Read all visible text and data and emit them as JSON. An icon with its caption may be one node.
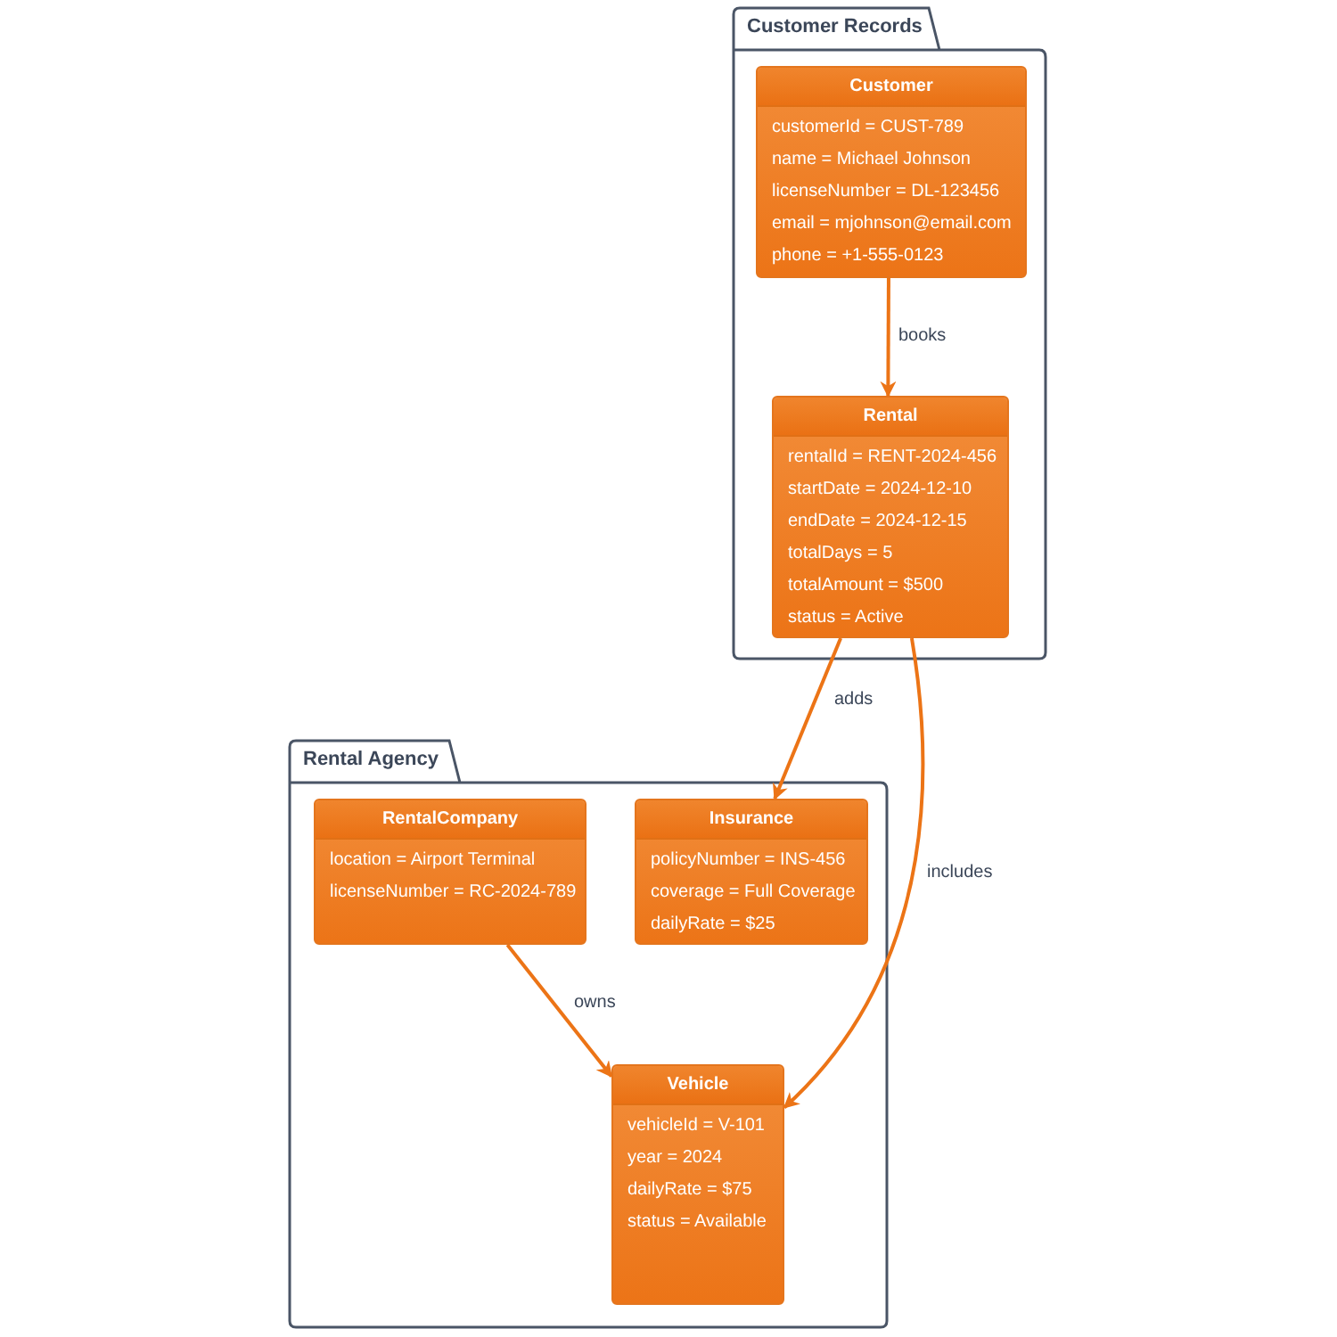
{
  "diagram": {
    "nodes": [
      {
        "text": [
          "Customer Records"
        ]
      },
      {
        "text": [
          "Customer",
          "customerId = CUST-789",
          "name = Michael Johnson",
          "licenseNumber = DL-123456",
          "email = mjohnson@email.com",
          "phone = +1-555-0123"
        ],
        "in": 0
      },
      {
        "text": [
          "Rental",
          "rentalId = RENT-2024-456",
          "startDate = 2024-12-10",
          "endDate = 2024-12-15",
          "totalDays = 5",
          "totalAmount = $500",
          "status = Active"
        ],
        "in": 0
      },
      {
        "text": [
          "Rental Agency"
        ]
      },
      {
        "text": [
          "RentalCompany",
          "location = Airport Terminal",
          "licenseNumber = RC-2024-789"
        ],
        "in": 3
      },
      {
        "text": [
          "Insurance",
          "policyNumber = INS-456",
          "coverage = Full Coverage",
          "dailyRate = $25"
        ],
        "in": 3
      },
      {
        "text": [
          "Vehicle",
          "vehicleId = V-101",
          "year = 2024",
          "dailyRate = $75",
          "status = Available"
        ],
        "in": 3
      }
    ],
    "edges": [
      {
        "from": 1,
        "to": 2,
        "arrow": "to",
        "label": "books"
      },
      {
        "from": 2,
        "to": 5,
        "arrow": "to",
        "label": "adds"
      },
      {
        "from": 2,
        "to": 6,
        "arrow": "to",
        "label": "includes"
      },
      {
        "from": 4,
        "to": 6,
        "arrow": "to",
        "label": "owns"
      }
    ]
  }
}
